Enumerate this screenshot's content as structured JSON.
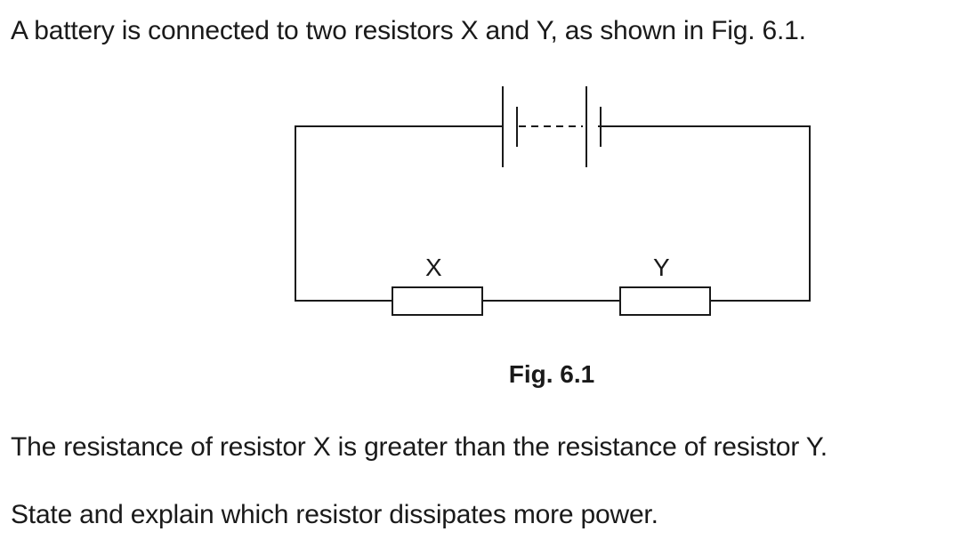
{
  "question": {
    "intro": "A battery is connected to two resistors X and Y, as shown in Fig. 6.1.",
    "figure": {
      "caption": "Fig. 6.1",
      "resistor_x_label": "X",
      "resistor_y_label": "Y"
    },
    "statement": "The resistance of resistor X is greater than the resistance of resistor Y.",
    "prompt": "State and explain which resistor dissipates more power."
  }
}
